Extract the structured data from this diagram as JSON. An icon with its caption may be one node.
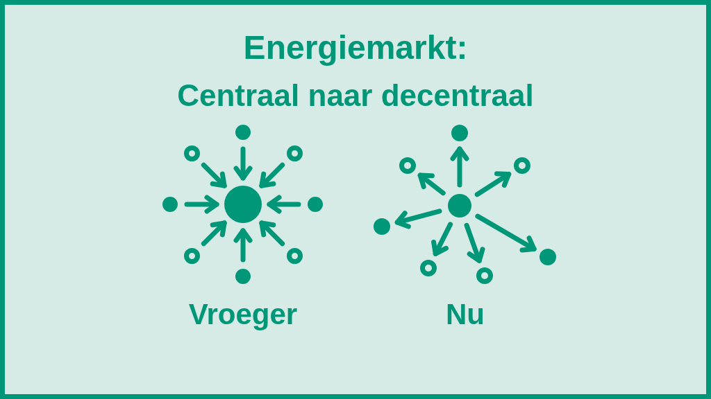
{
  "diagram": {
    "title": "Energiemarkt:",
    "nodes": [
      {
        "text": [],
        "shape": "circle"
      },
      {
        "text": [],
        "shape": "circle"
      },
      {
        "text": [],
        "shape": "ring"
      },
      {
        "text": [],
        "shape": "ring"
      },
      {
        "text": [],
        "shape": "circle"
      },
      {
        "text": [],
        "shape": "circle"
      },
      {
        "text": [],
        "shape": "ring"
      },
      {
        "text": [],
        "shape": "ring"
      },
      {
        "text": [],
        "shape": "circle"
      },
      {
        "text": [],
        "shape": "circle"
      },
      {
        "text": [],
        "shape": "circle"
      },
      {
        "text": [],
        "shape": "ring"
      },
      {
        "text": [],
        "shape": "ring"
      },
      {
        "text": [],
        "shape": "circle"
      },
      {
        "text": [],
        "shape": "circle"
      },
      {
        "text": [],
        "shape": "ring"
      },
      {
        "text": [],
        "shape": "ring"
      }
    ],
    "edges": [
      {
        "from": 1,
        "to": 0,
        "arrow": "to"
      },
      {
        "from": 2,
        "to": 0,
        "arrow": "to"
      },
      {
        "from": 3,
        "to": 0,
        "arrow": "to"
      },
      {
        "from": 4,
        "to": 0,
        "arrow": "to"
      },
      {
        "from": 5,
        "to": 0,
        "arrow": "to"
      },
      {
        "from": 6,
        "to": 0,
        "arrow": "to"
      },
      {
        "from": 7,
        "to": 0,
        "arrow": "to"
      },
      {
        "from": 8,
        "to": 0,
        "arrow": "to"
      },
      {
        "from": 9,
        "to": 10,
        "arrow": "to"
      },
      {
        "from": 9,
        "to": 11,
        "arrow": "to"
      },
      {
        "from": 9,
        "to": 12,
        "arrow": "to"
      },
      {
        "from": 9,
        "to": 13,
        "arrow": "to"
      },
      {
        "from": 9,
        "to": 14,
        "arrow": "to"
      },
      {
        "from": 9,
        "to": 15,
        "arrow": "to"
      },
      {
        "from": 9,
        "to": 16,
        "arrow": "to"
      }
    ],
    "labels": [
      "Centraal naar decentraal",
      "Vroeger",
      "Nu"
    ]
  }
}
